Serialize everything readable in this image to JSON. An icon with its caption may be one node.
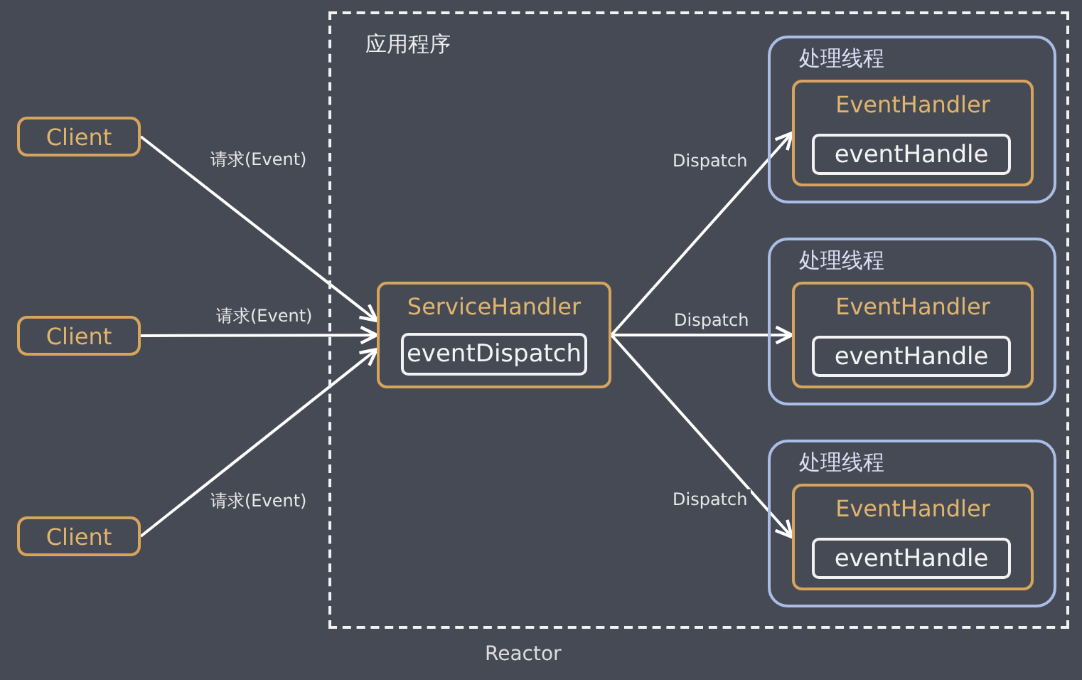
{
  "diagram": {
    "nodes": [
      {
        "text": [
          "应用程序"
        ],
        "beside": [
          "Reactor"
        ]
      },
      {
        "text": [
          "Client"
        ]
      },
      {
        "text": [
          "Client"
        ]
      },
      {
        "text": [
          "Client"
        ]
      },
      {
        "text": [
          "ServiceHandler"
        ],
        "in": 0
      },
      {
        "text": [
          "eventDispatch"
        ],
        "in": 4
      },
      {
        "text": [
          "处理线程"
        ],
        "in": 0
      },
      {
        "text": [
          "EventHandler"
        ],
        "in": 6
      },
      {
        "text": [
          "eventHandle"
        ],
        "in": 7
      },
      {
        "text": [
          "处理线程"
        ],
        "in": 0
      },
      {
        "text": [
          "EventHandler"
        ],
        "in": 9
      },
      {
        "text": [
          "eventHandle"
        ],
        "in": 10
      },
      {
        "text": [
          "处理线程"
        ],
        "in": 0
      },
      {
        "text": [
          "EventHandler"
        ],
        "in": 12
      },
      {
        "text": [
          "eventHandle"
        ],
        "in": 13
      }
    ],
    "edges": [
      {
        "from": 1,
        "to": 4,
        "arrow": "to",
        "label": "请求(Event)"
      },
      {
        "from": 2,
        "to": 4,
        "arrow": "to",
        "label": "请求(Event)"
      },
      {
        "from": 3,
        "to": 4,
        "arrow": "to",
        "label": "请求(Event)"
      },
      {
        "from": 4,
        "to": 7,
        "arrow": "to",
        "label": "Dispatch"
      },
      {
        "from": 4,
        "to": 10,
        "arrow": "to",
        "label": "Dispatch"
      },
      {
        "from": 4,
        "to": 13,
        "arrow": "to",
        "label": "Dispatch"
      }
    ]
  }
}
